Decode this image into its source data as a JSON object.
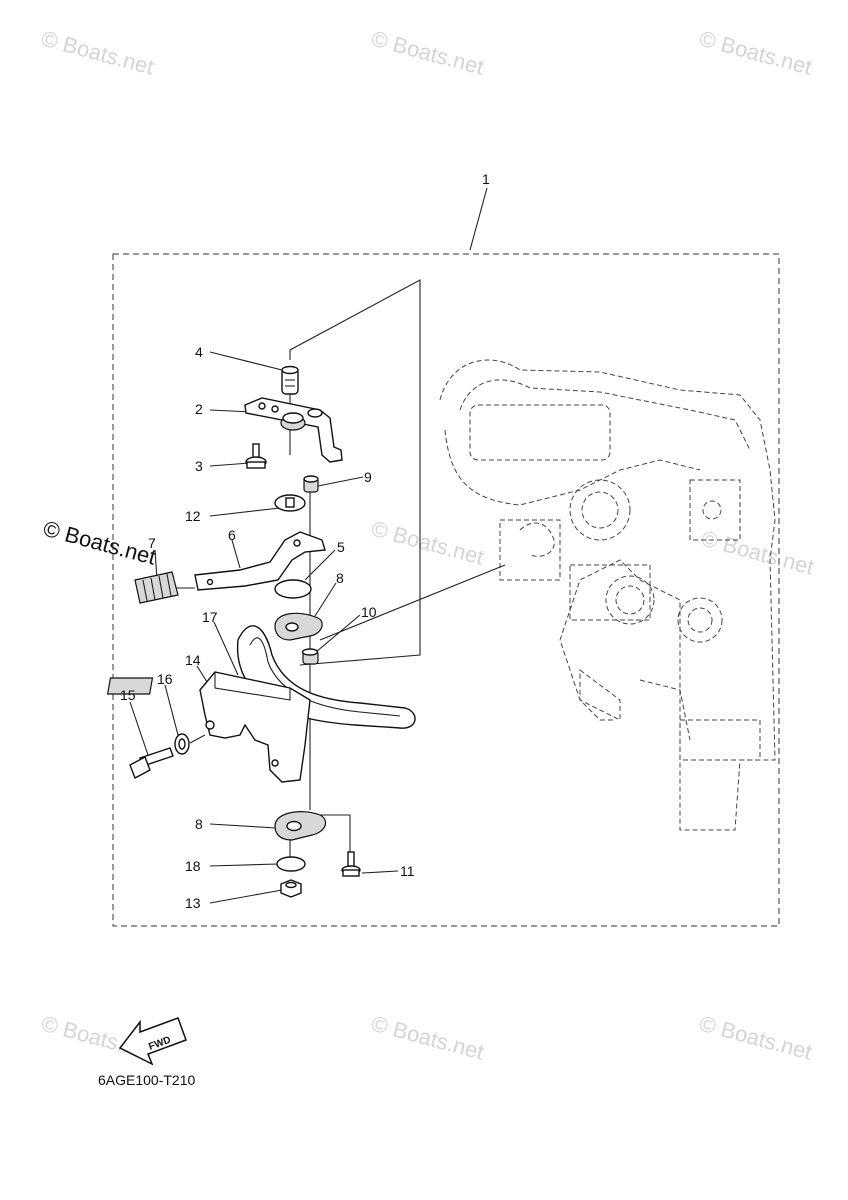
{
  "diagram": {
    "callouts": [
      {
        "id": "c1",
        "text": "1"
      },
      {
        "id": "c2",
        "text": "2"
      },
      {
        "id": "c3",
        "text": "3"
      },
      {
        "id": "c4",
        "text": "4"
      },
      {
        "id": "c5",
        "text": "5"
      },
      {
        "id": "c6",
        "text": "6"
      },
      {
        "id": "c7",
        "text": "7"
      },
      {
        "id": "c8a",
        "text": "8"
      },
      {
        "id": "c8b",
        "text": "8"
      },
      {
        "id": "c9",
        "text": "9"
      },
      {
        "id": "c10",
        "text": "10"
      },
      {
        "id": "c11",
        "text": "11"
      },
      {
        "id": "c12",
        "text": "12"
      },
      {
        "id": "c13",
        "text": "13"
      },
      {
        "id": "c14",
        "text": "14"
      },
      {
        "id": "c15",
        "text": "15"
      },
      {
        "id": "c16",
        "text": "16"
      },
      {
        "id": "c17",
        "text": "17"
      },
      {
        "id": "c18",
        "text": "18"
      }
    ],
    "fwd_label": "FWD",
    "figure_code": "6AGE100-T210"
  },
  "watermark": {
    "text": "© Boats.net",
    "strong_text": "© Boats.net"
  }
}
